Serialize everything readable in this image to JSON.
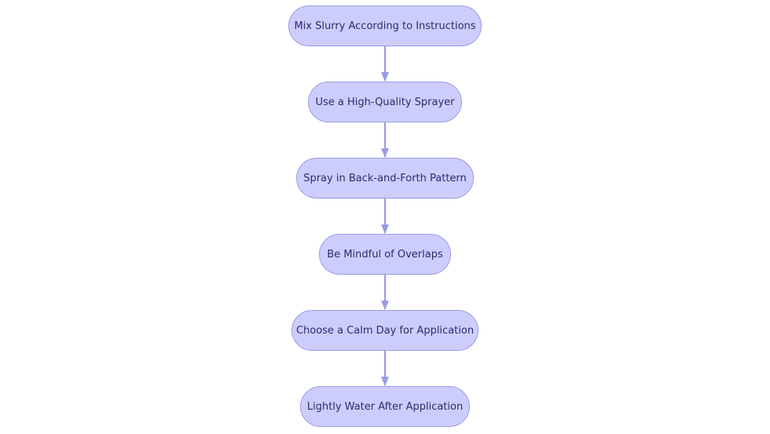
{
  "colors": {
    "node_fill": "#cdcdfd",
    "node_border": "#9a9ae6",
    "text": "#2a2a6e",
    "edge": "#9a9ae6"
  },
  "flowchart": {
    "steps": [
      {
        "id": "mix-slurry",
        "label": "Mix Slurry According to Instructions"
      },
      {
        "id": "use-sprayer",
        "label": "Use a High-Quality Sprayer"
      },
      {
        "id": "spray-pattern",
        "label": "Spray in Back-and-Forth Pattern"
      },
      {
        "id": "mindful-overlaps",
        "label": "Be Mindful of Overlaps"
      },
      {
        "id": "calm-day",
        "label": "Choose a Calm Day for Application"
      },
      {
        "id": "lightly-water",
        "label": "Lightly Water After Application"
      }
    ],
    "edges": [
      {
        "from": "mix-slurry",
        "to": "use-sprayer"
      },
      {
        "from": "use-sprayer",
        "to": "spray-pattern"
      },
      {
        "from": "spray-pattern",
        "to": "mindful-overlaps"
      },
      {
        "from": "mindful-overlaps",
        "to": "calm-day"
      },
      {
        "from": "calm-day",
        "to": "lightly-water"
      }
    ]
  }
}
